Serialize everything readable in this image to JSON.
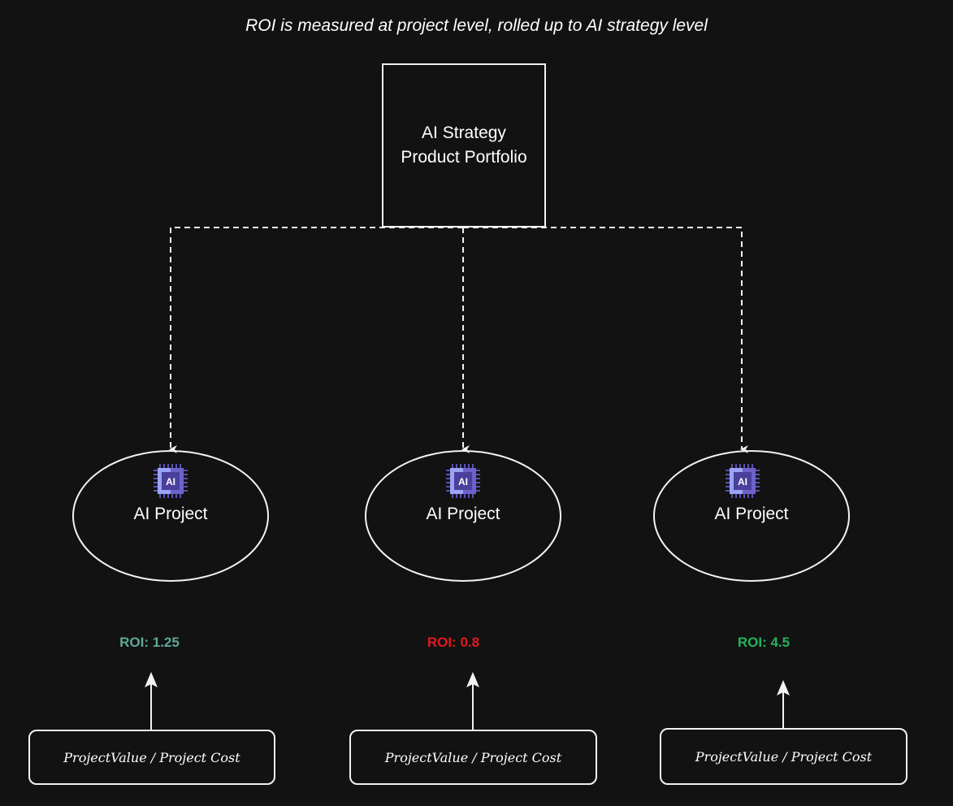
{
  "diagram": {
    "title": "ROI is measured at project level, rolled up to AI strategy level",
    "root": {
      "line1": "AI Strategy",
      "line2": "Product Portfolio"
    },
    "projects": [
      {
        "label": "AI Project",
        "icon": "ai-chip-icon",
        "icon_text": "AI",
        "roi_label": "ROI: 1.25",
        "roi_value": 1.25,
        "roi_color": "#5ea896",
        "formula": "ProjectValue / Project Cost"
      },
      {
        "label": "AI Project",
        "icon": "ai-chip-icon",
        "icon_text": "AI",
        "roi_label": "ROI: 0.8",
        "roi_value": 0.8,
        "roi_color": "#e0191c",
        "formula": "ProjectValue / Project Cost"
      },
      {
        "label": "AI Project",
        "icon": "ai-chip-icon",
        "icon_text": "AI",
        "roi_label": "ROI: 4.5",
        "roi_value": 4.5,
        "roi_color": "#22b35e",
        "formula": "ProjectValue / Project Cost"
      }
    ],
    "colors": {
      "background": "#121212",
      "stroke": "#f2f2f2",
      "chip_light": "#8c96f0",
      "chip_dark": "#5b4fb0"
    }
  }
}
